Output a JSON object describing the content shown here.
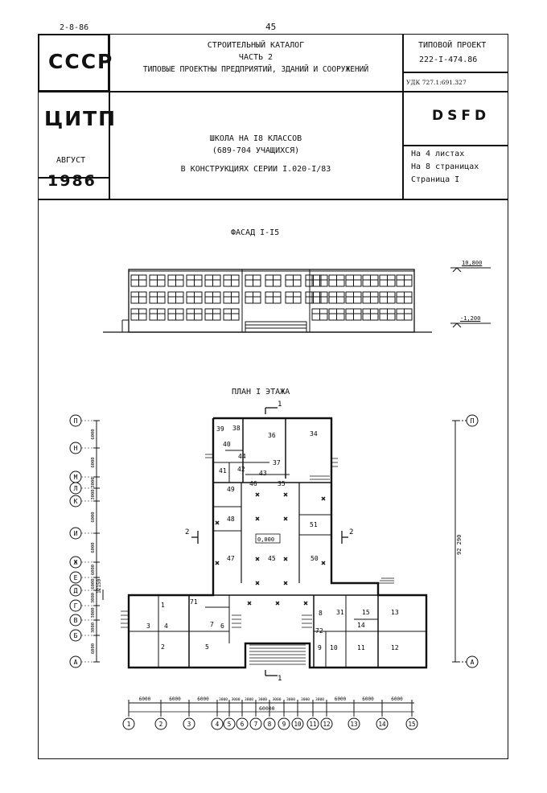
{
  "top_date": "2-8-86",
  "page_number": "45",
  "stamp": {
    "country": "СССР",
    "org": "ЦИТП",
    "month": "АВГУСТ",
    "year": "1986"
  },
  "catalog": {
    "line1": "СТРОИТЕЛЬНЫЙ КАТАЛОГ",
    "line2": "ЧАСТЬ 2",
    "line3": "ТИПОВЫЕ ПРОЕКТНЫ ПРЕДПРИЯТИЙ, ЗДАНИЙ И СООРУЖЕНИЙ"
  },
  "project": {
    "label": "ТИПОВОЙ ПРОЕКТ",
    "number": "222-I-474.86",
    "udk": "УДК 727.1:691.327"
  },
  "code": "DSFD",
  "title": {
    "line1": "ШКОЛА НА I8 КЛАССОВ",
    "line2": "(689-704 УЧАЩИХСЯ)",
    "line3": "В КОНСТРУКЦИЯХ СЕРИИ I.020-I/83"
  },
  "sheets": {
    "line1": "На 4 листах",
    "line2": "На 8 страницах",
    "line3": "Страница I"
  },
  "facade": {
    "title": "ФАСАД  I-I5",
    "level_top": "10,800",
    "level_bottom": "-1,200"
  },
  "plan": {
    "title": "ПЛАН I ЭТАЖА",
    "section_mark": "1",
    "section_mark_side": "2",
    "level": "0,000",
    "total_vertical": "92 290",
    "total_horizontal": "60000",
    "rows_left": [
      "П",
      "Н",
      "М",
      "Л",
      "К",
      "И",
      "Ж",
      "Е",
      "Д",
      "Г",
      "В",
      "Б",
      "А"
    ],
    "rows_right": [
      "П",
      "А"
    ],
    "cols": [
      "1",
      "2",
      "3",
      "4",
      "5",
      "6",
      "7",
      "8",
      "9",
      "10",
      "11",
      "12",
      "13",
      "14",
      "15"
    ],
    "dims_bottom": [
      "6000",
      "6000",
      "6000",
      "3000",
      "3000",
      "3000",
      "3000",
      "3000",
      "3000",
      "3000",
      "3000",
      "6000",
      "6000",
      "6000"
    ],
    "dims_left": [
      "6000",
      "6000",
      "3000",
      "3000",
      "6000",
      "6000",
      "6000",
      "6000",
      "3000",
      "3000",
      "3000",
      "6000"
    ],
    "dim_left_extra": "12150",
    "rooms": {
      "r1": "1",
      "r2": "2",
      "r3": "3",
      "r4": "4",
      "r5": "5",
      "r6": "6",
      "r7": "7",
      "r8": "8",
      "r9": "9",
      "r10": "10",
      "r11": "11",
      "r12": "12",
      "r13": "13",
      "r14": "14",
      "r15": "15",
      "r34": "34",
      "r35": "35",
      "r36": "36",
      "r37": "37",
      "r38": "38",
      "r39": "39",
      "r40": "40",
      "r41": "41",
      "r42": "42",
      "r43": "43",
      "r44": "44",
      "r45": "45",
      "r46": "46",
      "r47": "47",
      "r48": "48",
      "r49": "49",
      "r50": "50",
      "r51": "51",
      "r71": "71",
      "r72": "72",
      "r31": "31"
    }
  }
}
